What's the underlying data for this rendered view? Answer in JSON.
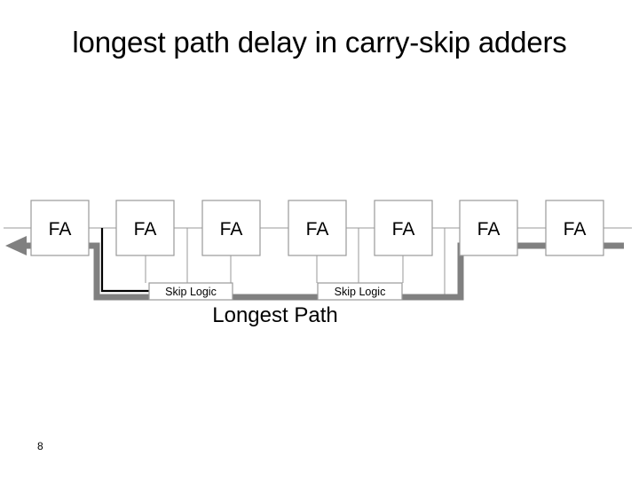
{
  "slide": {
    "title": "longest path delay in carry-skip adders",
    "page_number": "8",
    "background_color": "#ffffff"
  },
  "diagram": {
    "name": "carry-skip-adder-longest-path",
    "colors": {
      "box_border": "#9a9a9a",
      "box_fill": "#ffffff",
      "wire": "#9a9a9a",
      "highlight_path": "#808080",
      "black_wire": "#000000",
      "text": "#000000"
    },
    "adder_blocks": [
      {
        "id": "fa-1",
        "label": "FA"
      },
      {
        "id": "fa-2",
        "label": "FA"
      },
      {
        "id": "fa-3",
        "label": "FA"
      },
      {
        "id": "fa-4",
        "label": "FA"
      },
      {
        "id": "fa-5",
        "label": "FA"
      },
      {
        "id": "fa-6",
        "label": "FA"
      },
      {
        "id": "fa-7",
        "label": "FA"
      }
    ],
    "skip_logic_blocks": [
      {
        "id": "skip-logic-1",
        "label": "Skip Logic"
      },
      {
        "id": "skip-logic-2",
        "label": "Skip Logic"
      }
    ],
    "path_label": "Longest Path"
  }
}
